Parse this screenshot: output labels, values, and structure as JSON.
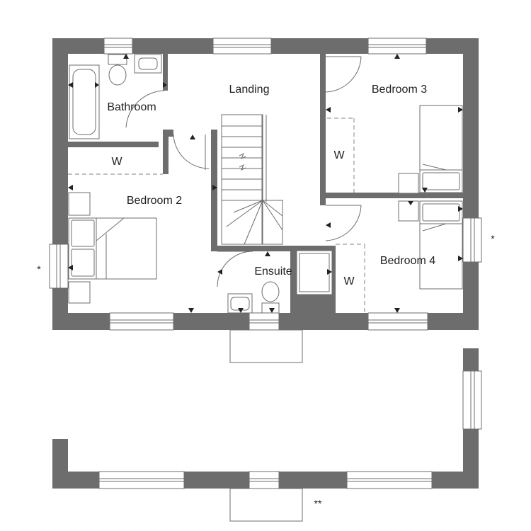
{
  "rooms": {
    "landing": "Landing",
    "bathroom": "Bathroom",
    "bedroom2": "Bedroom 2",
    "bedroom3": "Bedroom 3",
    "bedroom4": "Bedroom 4",
    "ensuite": "Ensuite"
  },
  "wardrobes": {
    "bedroom2": "W",
    "bedroom3": "W",
    "bedroom4": "W"
  },
  "notes": {
    "left_window": "*",
    "right_window": "*",
    "lower_plan": "**"
  },
  "colors": {
    "wall": "#6d6d6d",
    "background": "#ffffff",
    "text": "#222222"
  }
}
